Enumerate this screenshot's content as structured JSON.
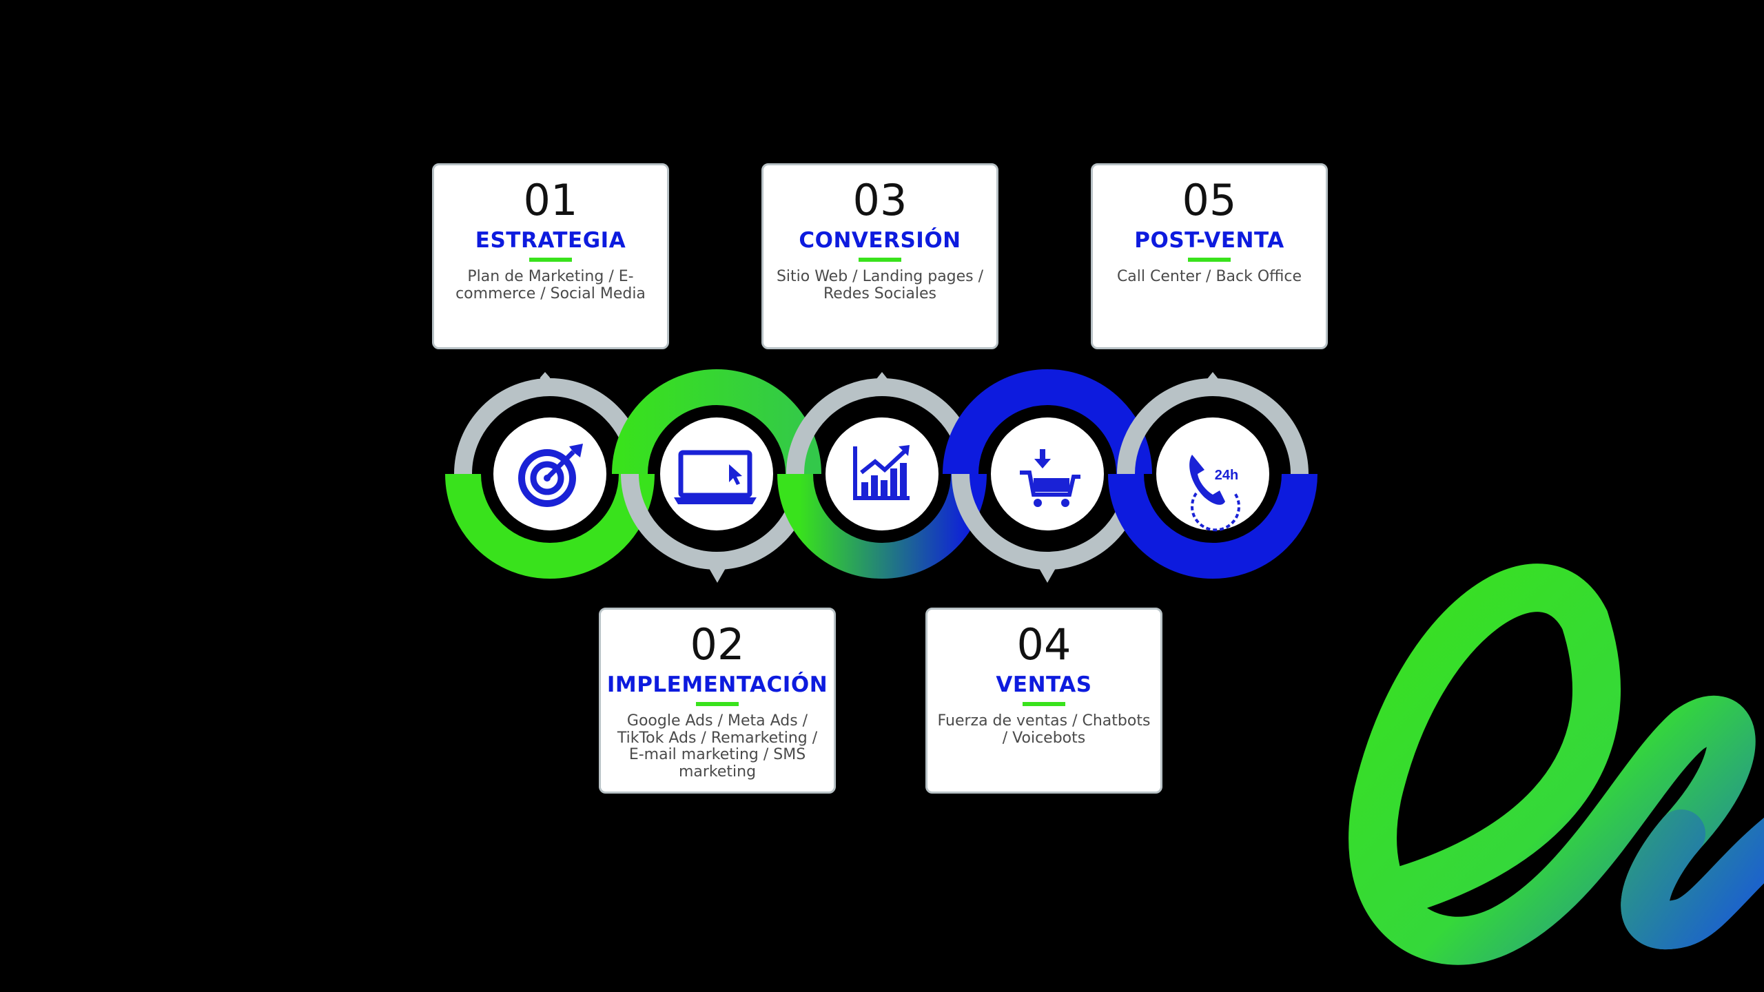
{
  "colors": {
    "background": "#000000",
    "title_blue": "#0d1bde",
    "accent_green": "#39e21c",
    "ring_gray": "#b8c2c6",
    "ring_blue": "#0d1bde",
    "icon_blue": "#1a22d6"
  },
  "steps": [
    {
      "number": "01",
      "title": "ESTRATEGIA",
      "description": "Plan de Marketing / E-commerce / Social Media",
      "icon": "target-icon"
    },
    {
      "number": "02",
      "title": "IMPLEMENTACIÓN",
      "description": "Google Ads / Meta Ads / TikTok Ads / Remarketing / E-mail marketing / SMS marketing",
      "icon": "laptop-cursor-icon"
    },
    {
      "number": "03",
      "title": "CONVERSIÓN",
      "description": "Sitio Web / Landing pages / Redes Sociales",
      "icon": "growth-chart-icon"
    },
    {
      "number": "04",
      "title": "VENTAS",
      "description": "Fuerza de ventas / Chatbots / Voicebots",
      "icon": "shopping-cart-icon"
    },
    {
      "number": "05",
      "title": "POST-VENTA",
      "description": "Call Center / Back Office",
      "icon": "phone-24h-icon"
    }
  ],
  "badge_24h": "24h",
  "decoration": {
    "icon": "ribbon-swirl-decoration"
  }
}
